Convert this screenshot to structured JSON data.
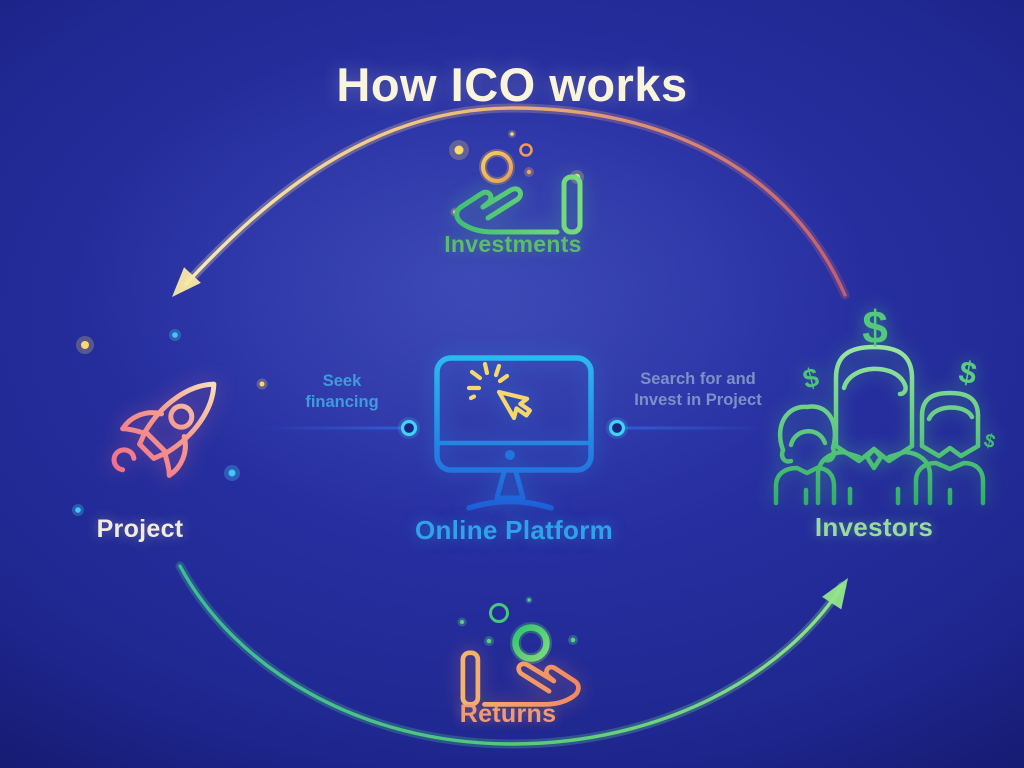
{
  "title": "How ICO works",
  "nodes": {
    "investments": {
      "label": "Investments",
      "icon": "hand-receiving-coins-icon"
    },
    "project": {
      "label": "Project",
      "icon": "rocket-icon"
    },
    "platform": {
      "label": "Online Platform",
      "icon": "monitor-cursor-click-icon"
    },
    "investors": {
      "label": "Investors",
      "icon": "people-group-icon",
      "currency_symbol": "$"
    },
    "returns": {
      "label": "Returns",
      "icon": "hand-giving-coin-icon"
    }
  },
  "edges": {
    "seek_financing": {
      "line1": "Seek",
      "line2": "financing"
    },
    "search_invest": {
      "line1": "Search for and",
      "line2": "Invest in Project"
    }
  },
  "colors": {
    "background": "#222b98",
    "title_text": "#f9f4dc",
    "investments_label": "#5bbb6e",
    "investors_label": "#97db9f",
    "returns_label": "#f09b72",
    "platform_label": "#2fa3ea",
    "project_label": "#f1ecdc",
    "edge_label_left": "#3e9bdc",
    "edge_label_right": "#7e90c8",
    "top_arc_start": "#f8ecb2",
    "top_arc_end": "#c15d6f",
    "bottom_arc_start": "#3ebd93",
    "bottom_arc_end": "#92e489",
    "connector_node": "#41d2f7",
    "cursor_yellow": "#f6d76b"
  }
}
